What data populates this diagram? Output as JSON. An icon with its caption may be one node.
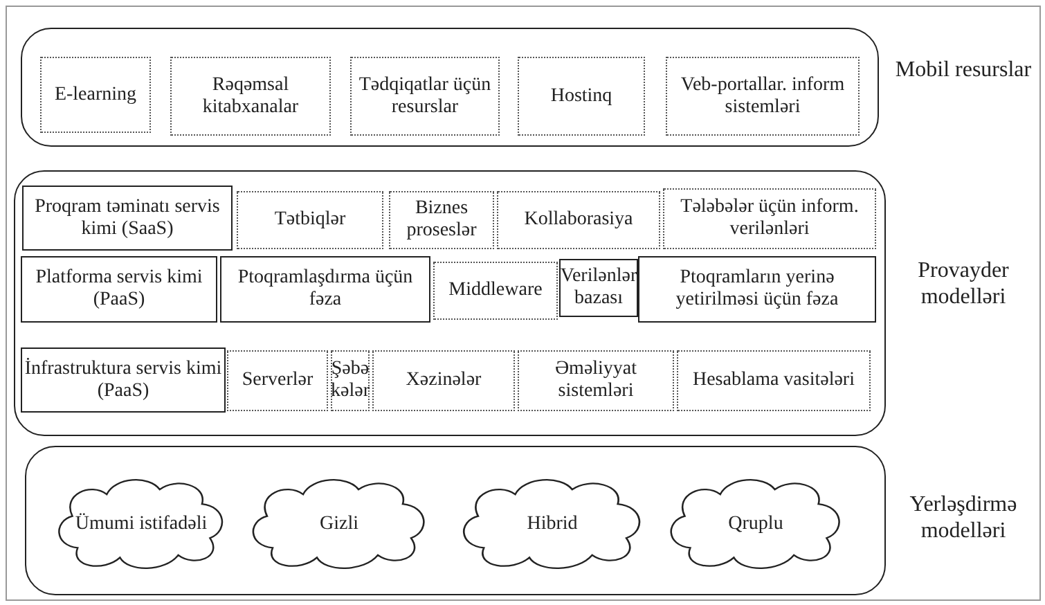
{
  "diagram": {
    "nodes": [
      {
        "text": [
          "Mobil resurslar"
        ]
      },
      {
        "text": [
          "E-learning"
        ],
        "in": 0
      },
      {
        "text": [
          "Rəqəmsal kitabxanalar"
        ],
        "in": 0
      },
      {
        "text": [
          "Tədqiqatlar üçün resurslar"
        ],
        "in": 0
      },
      {
        "text": [
          "Hostinq"
        ],
        "in": 0
      },
      {
        "text": [
          "Veb-portallar. inform sistemləri"
        ],
        "in": 0
      },
      {
        "text": [
          "Provayder modelləri"
        ]
      },
      {
        "text": [
          "Proqram təminatı servis kimi (SaaS)"
        ],
        "in": 6
      },
      {
        "text": [
          "Tətbiqlər"
        ],
        "in": 6
      },
      {
        "text": [
          "Biznes proseslər"
        ],
        "in": 6
      },
      {
        "text": [
          "Kollaborasiya"
        ],
        "in": 6
      },
      {
        "text": [
          "Tələbələr üçün inform. verilənləri"
        ],
        "in": 6
      },
      {
        "text": [
          "Platforma servis kimi (PaaS)"
        ],
        "in": 6
      },
      {
        "text": [
          "Ptoqramlaşdırma üçün fəza"
        ],
        "in": 6
      },
      {
        "text": [
          "Middleware"
        ],
        "in": 6
      },
      {
        "text": [
          "Verilənlər bazası"
        ],
        "in": 6
      },
      {
        "text": [
          "Ptoqramların yerinə yetirilməsi üçün fəza"
        ],
        "in": 6
      },
      {
        "text": [
          "İnfrastruktura servis kimi (PaaS)"
        ],
        "in": 6
      },
      {
        "text": [
          "Serverlər"
        ],
        "in": 6
      },
      {
        "text": [
          "Şəbə kələr"
        ],
        "in": 6
      },
      {
        "text": [
          "Xəzinələr"
        ],
        "in": 6
      },
      {
        "text": [
          "Əməliyyat sistemləri"
        ],
        "in": 6
      },
      {
        "text": [
          "Hesablama vasitələri"
        ],
        "in": 6
      },
      {
        "text": [
          "Yerləşdirmə modelləri"
        ]
      },
      {
        "text": [
          "Ümumi istifadəli"
        ],
        "in": 23
      },
      {
        "text": [
          "Gizli"
        ],
        "in": 23
      },
      {
        "text": [
          "Hibrid"
        ],
        "in": 23
      },
      {
        "text": [
          "Qruplu"
        ],
        "in": 23
      }
    ]
  }
}
